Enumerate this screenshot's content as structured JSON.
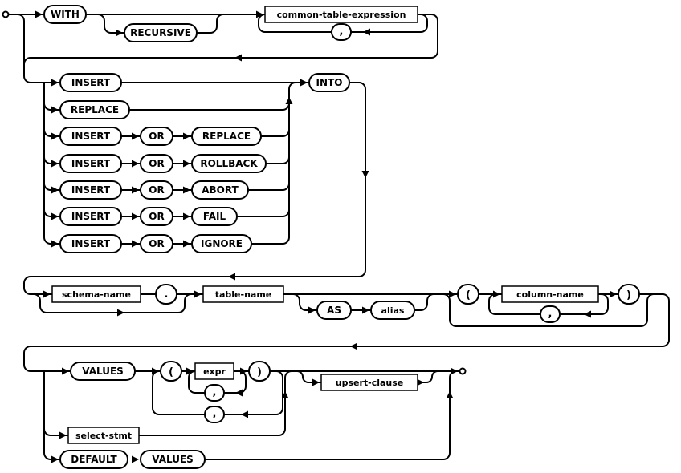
{
  "diagram": {
    "colors": {
      "line": "#000000",
      "background": "#ffffff",
      "box_fill": "#ffffff"
    },
    "nodes": {
      "with": "WITH",
      "recursive": "RECURSIVE",
      "common_table_expression": "common-table-expression",
      "comma": ",",
      "insert": "INSERT",
      "replace": "REPLACE",
      "or": "OR",
      "rollback": "ROLLBACK",
      "abort": "ABORT",
      "fail": "FAIL",
      "ignore": "IGNORE",
      "into": "INTO",
      "schema_name": "schema-name",
      "dot": ".",
      "table_name": "table-name",
      "as": "AS",
      "alias": "alias",
      "lparen": "(",
      "column_name": "column-name",
      "rparen": ")",
      "values": "VALUES",
      "expr": "expr",
      "upsert_clause": "upsert-clause",
      "select_stmt": "select-stmt",
      "default": "DEFAULT"
    }
  }
}
